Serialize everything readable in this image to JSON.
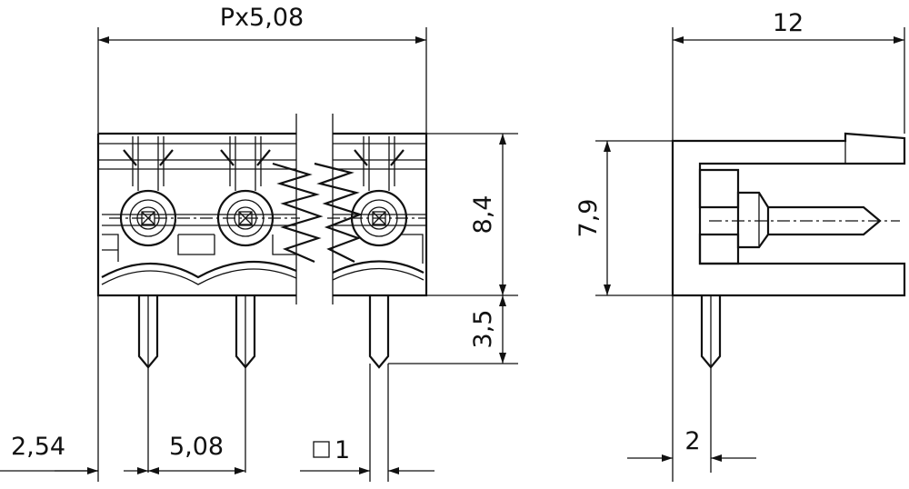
{
  "dimensions": {
    "pitch_total": "Px5,08",
    "depth": "12",
    "body_height": "8,4",
    "side_height": "7,9",
    "pin_length": "3,5",
    "edge_offset": "2,54",
    "pitch": "5,08",
    "pin_square": "1",
    "pin_offset": "2"
  }
}
